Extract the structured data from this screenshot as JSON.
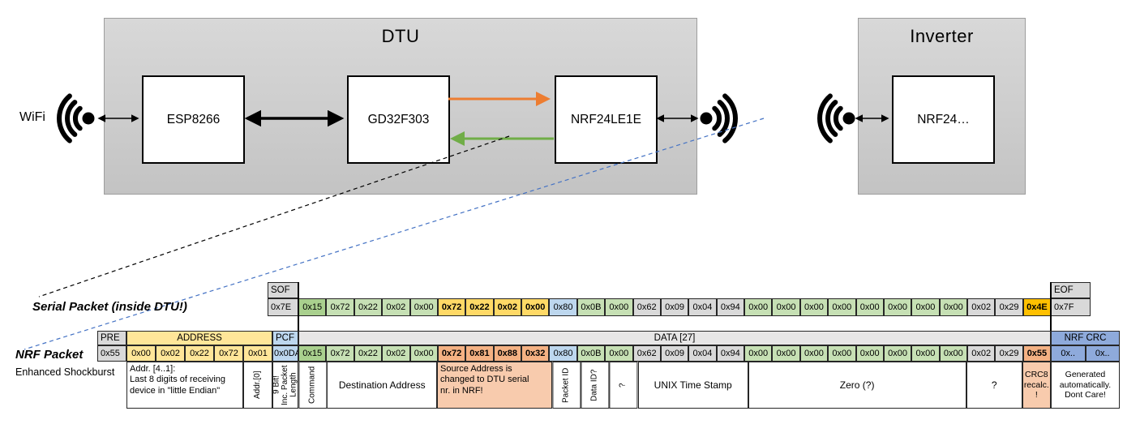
{
  "palette": {
    "gray": "#D9D9D9",
    "green_first": "#A9D08E",
    "green": "#C6E0B4",
    "gold": "#FFD966",
    "amber": "#FFC000",
    "blue": "#BDD7EE",
    "crc_blue": "#8EAADB",
    "yellow": "#FFE699",
    "salmon": "#F4B183",
    "salmon_light": "#F8CBAD",
    "data_header_bg": "#E7E6E6",
    "orange_arrow": "#ED7D31",
    "green_arrow": "#70AD47",
    "blue_dash": "#4472C4",
    "black": "#000000"
  },
  "diagram": {
    "wifi_label": "WiFi",
    "dtu": {
      "title": "DTU",
      "chips": [
        "ESP8266",
        "GD32F303",
        "NRF24LE1E"
      ]
    },
    "inverter": {
      "title": "Inverter",
      "chip": "NRF24…"
    }
  },
  "serial_packet": {
    "label": "Serial Packet (inside DTU!)",
    "sof_header": "SOF",
    "sof_value": "0x7E",
    "eof_header": "EOF",
    "eof_value": "0x7F",
    "bytes": [
      {
        "v": "0x15",
        "c": "green_first"
      },
      {
        "v": "0x72",
        "c": "green"
      },
      {
        "v": "0x22",
        "c": "green"
      },
      {
        "v": "0x02",
        "c": "green"
      },
      {
        "v": "0x00",
        "c": "green"
      },
      {
        "v": "0x72",
        "c": "gold",
        "b": true
      },
      {
        "v": "0x22",
        "c": "gold",
        "b": true
      },
      {
        "v": "0x02",
        "c": "gold",
        "b": true
      },
      {
        "v": "0x00",
        "c": "gold",
        "b": true
      },
      {
        "v": "0x80",
        "c": "blue"
      },
      {
        "v": "0x0B",
        "c": "green"
      },
      {
        "v": "0x00",
        "c": "green"
      },
      {
        "v": "0x62",
        "c": "gray"
      },
      {
        "v": "0x09",
        "c": "gray"
      },
      {
        "v": "0x04",
        "c": "gray"
      },
      {
        "v": "0x94",
        "c": "gray"
      },
      {
        "v": "0x00",
        "c": "green"
      },
      {
        "v": "0x00",
        "c": "green"
      },
      {
        "v": "0x00",
        "c": "green"
      },
      {
        "v": "0x00",
        "c": "green"
      },
      {
        "v": "0x00",
        "c": "green"
      },
      {
        "v": "0x00",
        "c": "green"
      },
      {
        "v": "0x00",
        "c": "green"
      },
      {
        "v": "0x00",
        "c": "green"
      },
      {
        "v": "0x02",
        "c": "gray"
      },
      {
        "v": "0x29",
        "c": "gray"
      },
      {
        "v": "0x4E",
        "c": "amber",
        "b": true
      }
    ]
  },
  "nrf_packet": {
    "label": "NRF Packet",
    "sublabel": "Enhanced Shockburst",
    "pre_header": "PRE",
    "address_header": "ADDRESS",
    "pcf_header": "PCF",
    "data_header": "DATA [27]",
    "crc_header": "NRF CRC",
    "pre_value": "0x55",
    "address_values": [
      "0x00",
      "0x02",
      "0x22",
      "0x72",
      "0x01"
    ],
    "pcf_value": "0x0DA",
    "crc_values": [
      "0x..",
      "0x.."
    ],
    "bytes": [
      {
        "v": "0x15",
        "c": "green_first"
      },
      {
        "v": "0x72",
        "c": "green"
      },
      {
        "v": "0x22",
        "c": "green"
      },
      {
        "v": "0x02",
        "c": "green"
      },
      {
        "v": "0x00",
        "c": "green"
      },
      {
        "v": "0x72",
        "c": "salmon",
        "b": true
      },
      {
        "v": "0x81",
        "c": "salmon",
        "b": true
      },
      {
        "v": "0x88",
        "c": "salmon",
        "b": true
      },
      {
        "v": "0x32",
        "c": "salmon",
        "b": true
      },
      {
        "v": "0x80",
        "c": "blue"
      },
      {
        "v": "0x0B",
        "c": "green"
      },
      {
        "v": "0x00",
        "c": "green"
      },
      {
        "v": "0x62",
        "c": "gray"
      },
      {
        "v": "0x09",
        "c": "gray"
      },
      {
        "v": "0x04",
        "c": "gray"
      },
      {
        "v": "0x94",
        "c": "gray"
      },
      {
        "v": "0x00",
        "c": "green"
      },
      {
        "v": "0x00",
        "c": "green"
      },
      {
        "v": "0x00",
        "c": "green"
      },
      {
        "v": "0x00",
        "c": "green"
      },
      {
        "v": "0x00",
        "c": "green"
      },
      {
        "v": "0x00",
        "c": "green"
      },
      {
        "v": "0x00",
        "c": "green"
      },
      {
        "v": "0x00",
        "c": "green"
      },
      {
        "v": "0x02",
        "c": "gray"
      },
      {
        "v": "0x29",
        "c": "gray"
      },
      {
        "v": "0x55",
        "c": "salmon",
        "b": true
      }
    ]
  },
  "annotations": {
    "pre": [
      {
        "text": "Addr. [4..1]:\nLast 8 digits of receiving\ndevice in \"little Endian\"",
        "orient": "h",
        "align": "left"
      },
      {
        "text": "Addr.[0]",
        "orient": "v"
      },
      {
        "text": "9 Bit!\nInc. Packet\nLength",
        "orient": "v"
      }
    ],
    "data": [
      {
        "text": "Command",
        "span": 1,
        "orient": "v"
      },
      {
        "text": "Destination Address",
        "span": 4,
        "orient": "h"
      },
      {
        "text": "Source Address is\nchanged to DTU serial\nnr. in NRF!",
        "span": 4,
        "orient": "h",
        "align": "left",
        "bg": "salmon_light"
      },
      {
        "text": "Packet ID",
        "span": 1,
        "orient": "v"
      },
      {
        "text": "Data ID?",
        "span": 1,
        "orient": "v"
      },
      {
        "text": "?",
        "span": 1,
        "orient": "v"
      },
      {
        "text": "UNIX Time Stamp",
        "span": 4,
        "orient": "h"
      },
      {
        "text": "Zero (?)",
        "span": 8,
        "orient": "h"
      },
      {
        "text": "?",
        "span": 2,
        "orient": "h"
      },
      {
        "text": "CRC8\nrecalc.\n!",
        "span": 1,
        "orient": "h",
        "variant": "small",
        "bg": "salmon_light"
      }
    ],
    "crc": {
      "text": "Generated\nautomatically.\nDont Care!",
      "variant": "small"
    }
  }
}
